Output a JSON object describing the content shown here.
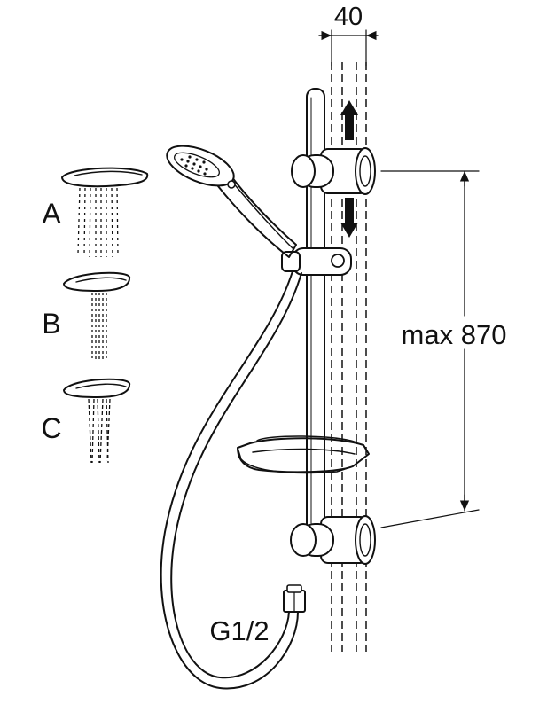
{
  "diagram": {
    "dimension_width": "40",
    "dimension_height": "max 870",
    "connection_label": "G1/2",
    "spray_modes": [
      "A",
      "B",
      "C"
    ]
  },
  "colors": {
    "line": "#111111",
    "background": "#ffffff"
  }
}
